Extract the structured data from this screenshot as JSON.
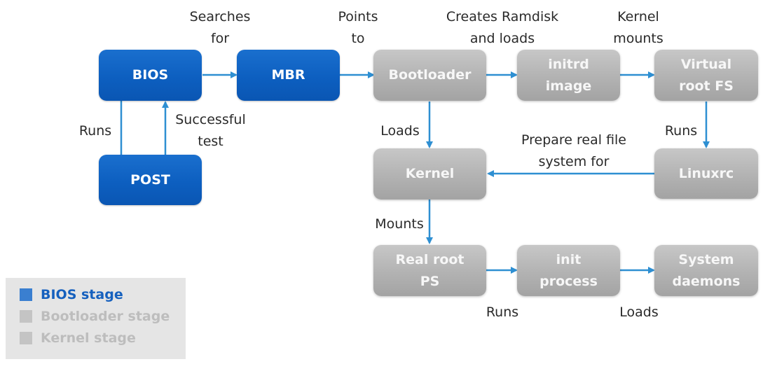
{
  "colors": {
    "bios_stage": "#0d5fc0",
    "bootloader_stage": "#b4b4b4",
    "kernel_stage": "#b4b4b4",
    "arrow": "#2e8fd2",
    "legend_bg": "#e5e5e5"
  },
  "nodes": {
    "bios": "BIOS",
    "mbr": "MBR",
    "post": "POST",
    "bootloader": "Bootloader",
    "initrd": "initrd\nimage",
    "virtual_root": "Virtual\nroot FS",
    "kernel": "Kernel",
    "linuxrc": "Linuxrc",
    "real_root": "Real root\nPS",
    "init_process": "init\nprocess",
    "system_daemons": "System\ndaemons"
  },
  "edges": {
    "bios_mbr": "Searches\nfor",
    "mbr_bootloader": "Points\nto",
    "bootloader_initrd": "Creates Ramdisk\nand loads",
    "initrd_virtual": "Kernel\nmounts",
    "bios_post": "Runs",
    "post_bios": "Successful\ntest",
    "bootloader_kernel": "Loads",
    "virtual_linuxrc": "Runs",
    "linuxrc_kernel": "Prepare real file\nsystem for",
    "kernel_realroot": "Mounts",
    "realroot_init": "Runs",
    "init_daemons": "Loads"
  },
  "legend": {
    "items": [
      {
        "label": "BIOS stage",
        "swatch": "#3a7fd0",
        "text_color": "#1560be"
      },
      {
        "label": "Bootloader stage",
        "swatch": "#c4c4c4",
        "text_color": "#bdbdbd"
      },
      {
        "label": "Kernel stage",
        "swatch": "#c4c4c4",
        "text_color": "#bdbdbd"
      }
    ]
  }
}
